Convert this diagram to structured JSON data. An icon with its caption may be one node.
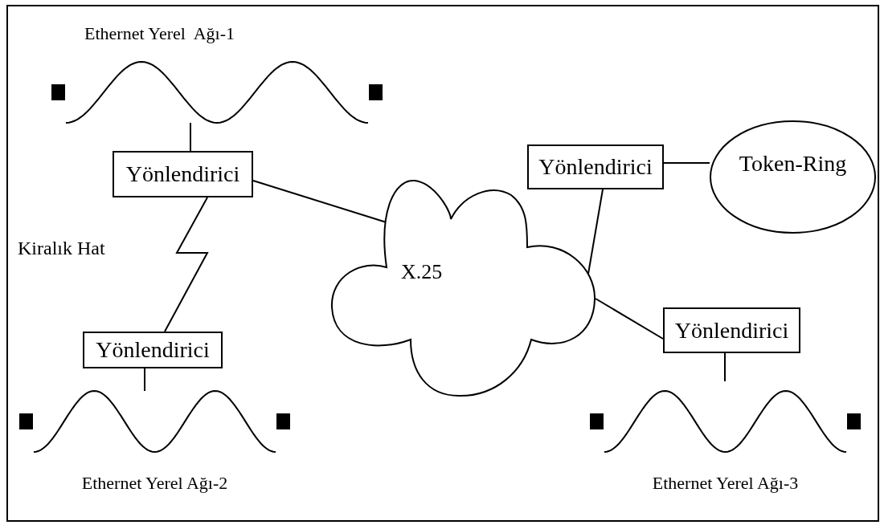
{
  "diagram": {
    "nodes": [
      {
        "text": [
          "Ethernet Yerel  Ağı-1"
        ]
      },
      {
        "text": [
          "Yönlendirici"
        ]
      },
      {
        "text": [
          "Yönlendirici"
        ]
      },
      {
        "text": [
          "Ethernet Yerel Ağı-2"
        ]
      },
      {
        "text": [
          "X.25"
        ]
      },
      {
        "text": [
          "Yönlendirici"
        ]
      },
      {
        "text": [
          "Token-Ring"
        ]
      },
      {
        "text": [
          "Yönlendirici"
        ]
      },
      {
        "text": [
          "Ethernet Yerel Ağı-3"
        ]
      }
    ],
    "edges": [
      {
        "from": 0,
        "to": 1,
        "arrow": "none"
      },
      {
        "from": 1,
        "to": 4,
        "arrow": "none"
      },
      {
        "from": 1,
        "to": 2,
        "arrow": "none",
        "label": "Kiralık Hat"
      },
      {
        "from": 2,
        "to": 3,
        "arrow": "none"
      },
      {
        "from": 5,
        "to": 6,
        "arrow": "none"
      },
      {
        "from": 5,
        "to": 4,
        "arrow": "none"
      },
      {
        "from": 4,
        "to": 7,
        "arrow": "none"
      },
      {
        "from": 7,
        "to": 8,
        "arrow": "none"
      }
    ]
  }
}
